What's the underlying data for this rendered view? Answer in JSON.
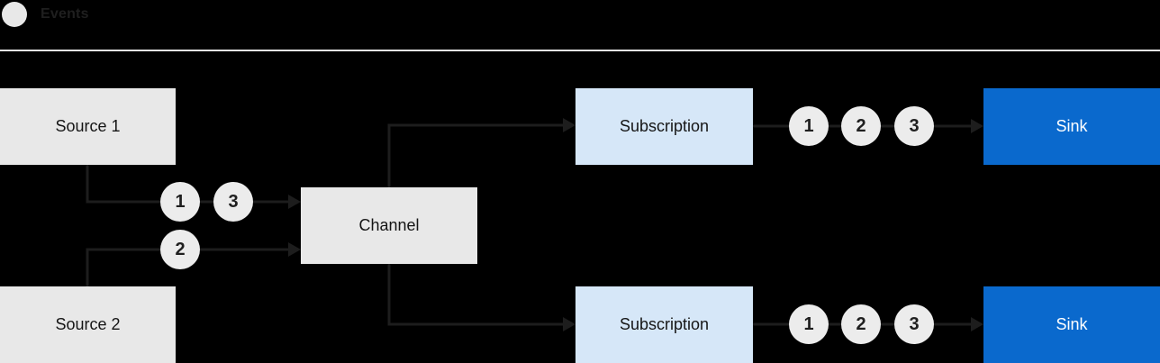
{
  "legend": {
    "label": "Events",
    "symbol": "event-circle"
  },
  "colors": {
    "bg": "#000000",
    "box-gray": "#e8e8e8",
    "circle-gray": "#ececec",
    "light-blue": "#d6e7f8",
    "blue": "#0a69cd",
    "line": "#1d1d1d",
    "text-dark": "#151515",
    "text-light": "#ffffff",
    "rule": "#e4e4e4"
  },
  "nodes": {
    "source1": {
      "label": "Source 1"
    },
    "source2": {
      "label": "Source 2"
    },
    "channel": {
      "label": "Channel"
    },
    "subscription_top": {
      "label": "Subscription"
    },
    "subscription_bottom": {
      "label": "Subscription"
    },
    "sink_top": {
      "label": "Sink"
    },
    "sink_bottom": {
      "label": "Sink"
    }
  },
  "events": {
    "source1_to_channel": [
      "1",
      "3"
    ],
    "source2_to_channel": [
      "2"
    ],
    "subscription_top_to_sink": [
      "1",
      "2",
      "3"
    ],
    "subscription_bottom_to_sink": [
      "1",
      "2",
      "3"
    ]
  }
}
